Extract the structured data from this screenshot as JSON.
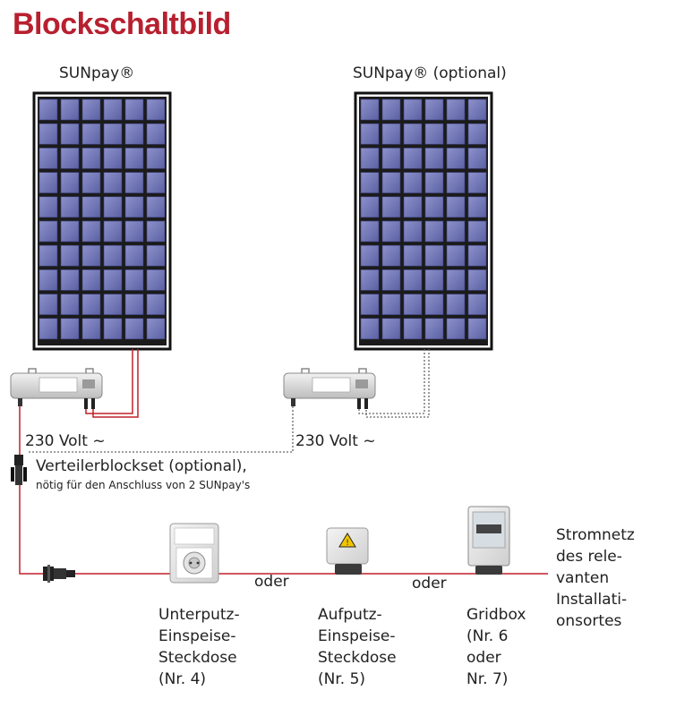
{
  "title": "Blockschaltbild",
  "panel_left_label": "SUNpay®",
  "panel_right_label": "SUNpay® (optional)",
  "voltage_left": "230 Volt ~",
  "voltage_right": "230 Volt ~",
  "distributor_label": "Verteilerblockset (optional),",
  "distributor_note": "nötig für den Anschluss von 2 SUNpay's",
  "oder_1": "oder",
  "oder_2": "oder",
  "socket_flush": {
    "l1": "Unterputz-",
    "l2": "Einspeise-",
    "l3": "Steckdose",
    "l4": "(Nr. 4)"
  },
  "socket_surface": {
    "l1": "Aufputz-",
    "l2": "Einspeise-",
    "l3": "Steckdose",
    "l4": "(Nr. 5)"
  },
  "gridbox": {
    "l1": "Gridbox",
    "l2": "(Nr. 6",
    "l3": "oder",
    "l4": "Nr. 7)"
  },
  "grid": {
    "l1": "Stromnetz",
    "l2": "des rele-",
    "l3": "vanten",
    "l4": "Installati-",
    "l5": "onsortes"
  },
  "colors": {
    "accent": "#b8202f",
    "wire": "#c0202a",
    "cell": "#6f74b4"
  }
}
